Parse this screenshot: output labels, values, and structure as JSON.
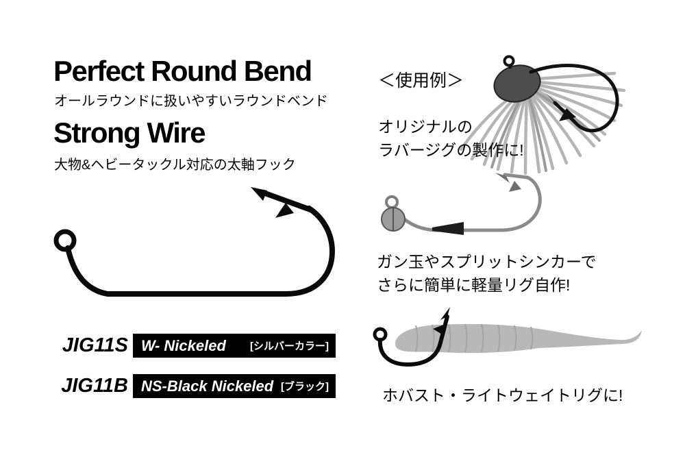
{
  "page": {
    "background": "#ffffff"
  },
  "left": {
    "heading1": "Perfect Round Bend",
    "subtitle1": "オールラウンドに扱いやすいラウンドベンド",
    "heading2": "Strong Wire",
    "subtitle2": "大物&ヘビータックル対応の太軸フック",
    "products": [
      {
        "model": "JIG11S",
        "finish": "W- Nickeled",
        "color": "[シルバーカラー]"
      },
      {
        "model": "JIG11B",
        "finish": "NS-Black Nickeled",
        "color": "[ブラック]"
      }
    ]
  },
  "right": {
    "usage_title": "＜使用例＞",
    "examples": [
      {
        "caption_lines": [
          "オリジナルの",
          "ラバージグの製作に!"
        ]
      },
      {
        "caption_lines": [
          "ガン玉やスプリットシンカーで",
          "さらに簡単に軽量リグ自作!"
        ]
      },
      {
        "caption_lines": [
          "ホバスト・ライトウェイトリグに!"
        ]
      }
    ]
  },
  "illustrations": {
    "main_hook": "jig-hook-line-art",
    "rubber_jig": "skirted-rubber-jig",
    "split_shot_rig": "hook-with-split-shot-sinker",
    "worm_rig": "soft-worm-on-hook"
  },
  "colors": {
    "ink": "#000000",
    "box_bg": "#000000",
    "box_text": "#ffffff",
    "skirt_gray": "#b3b3b3",
    "head_gray": "#4d4d4d",
    "worm_gray": "#b8b8b8",
    "outline_gray": "#8a8a8a"
  }
}
